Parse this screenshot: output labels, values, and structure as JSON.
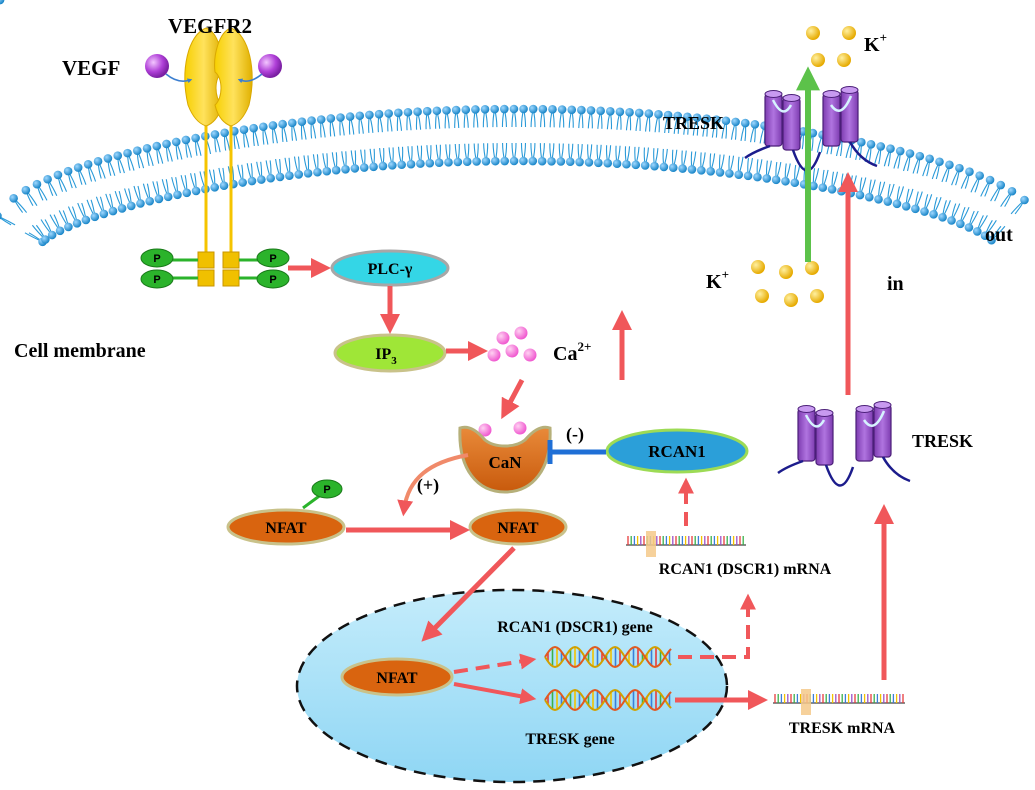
{
  "labels": {
    "vegfr2": "VEGFR2",
    "vegf": "VEGF",
    "cell_membrane": "Cell membrane",
    "k_top": "K",
    "k_top_sup": "+",
    "k_in": "K",
    "k_in_sup": "+",
    "tresk_top": "TRESK",
    "tresk_right": "TRESK",
    "out": "out",
    "in": "in",
    "ca": "Ca",
    "ca_sup": "2+",
    "inhibit": "(-)",
    "activate": "(+)",
    "rcan1_mrna": "RCAN1 (DSCR1) mRNA",
    "rcan1_gene": "RCAN1 (DSCR1) gene",
    "tresk_gene": "TRESK gene",
    "tresk_mrna": "TRESK mRNA",
    "phospho": "P"
  },
  "nodes": {
    "plc": "PLC-γ",
    "ip3": "IP",
    "ip3_sub": "3",
    "can": "CaN",
    "rcan1": "RCAN1",
    "nfat_left": "NFAT",
    "nfat_mid": "NFAT",
    "nfat_nucleus": "NFAT"
  },
  "colors": {
    "arrow": "#f0575a",
    "inhibit": "#1f6fd6",
    "membrane_head": "#2a9ad8",
    "receptor": "#f5c400",
    "vegf": "#b040d8",
    "calcium": "#f07ad8",
    "potassium": "#f2c200",
    "tresk": "#9b52c9",
    "nucleus": "#a8e3f8",
    "nfat": "#d9640f",
    "plc": "#34d6e6",
    "ip3": "#9fe637",
    "rcan1": "#2b9fd9",
    "k_flux": "#5cc24a",
    "phospho": "#2bb32b"
  }
}
